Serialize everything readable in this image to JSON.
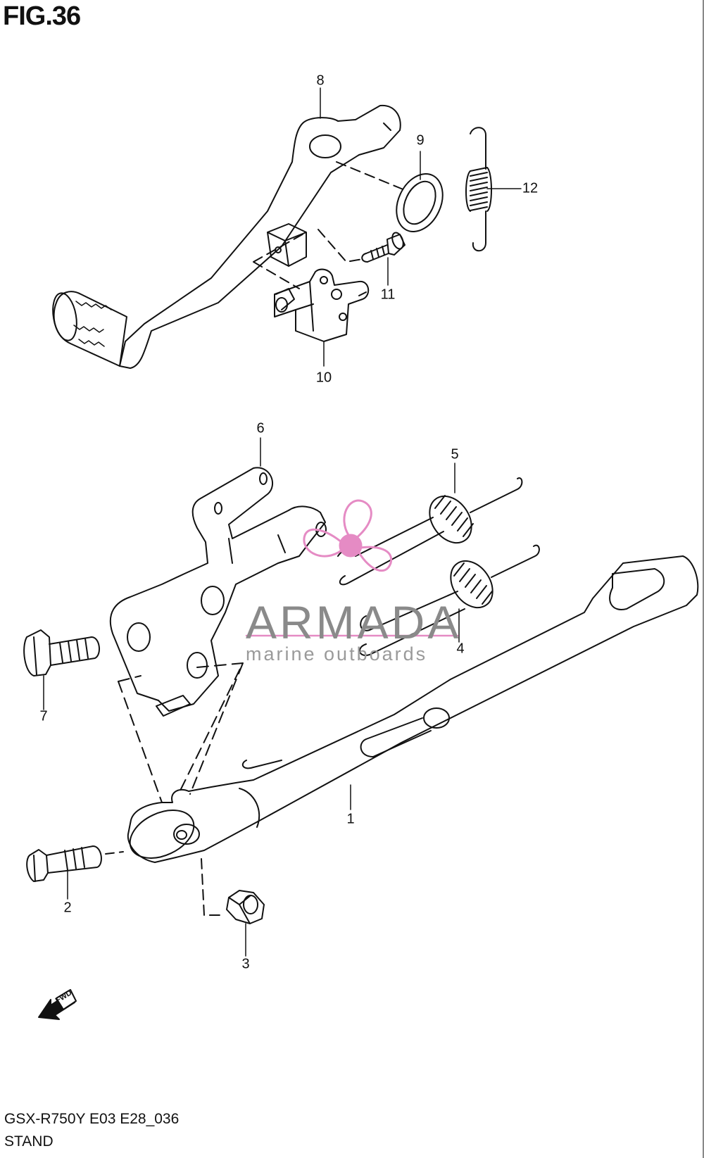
{
  "figure": {
    "title": "FIG.36",
    "model_code": "GSX-R750Y E03 E28_036",
    "section_name": "STAND"
  },
  "callouts": [
    {
      "label": "1"
    },
    {
      "label": "2"
    },
    {
      "label": "3"
    },
    {
      "label": "4"
    },
    {
      "label": "5"
    },
    {
      "label": "6"
    },
    {
      "label": "7"
    },
    {
      "label": "8"
    },
    {
      "label": "9"
    },
    {
      "label": "10"
    },
    {
      "label": "11"
    },
    {
      "label": "12"
    }
  ],
  "direction_marker": {
    "label": "FWD",
    "icon": "fwd-arrow-icon"
  },
  "watermark": {
    "brand": "ARMADA",
    "tagline": "marine outboards",
    "icon": "propeller-logo-icon",
    "accent_color": "#e58bc4"
  }
}
